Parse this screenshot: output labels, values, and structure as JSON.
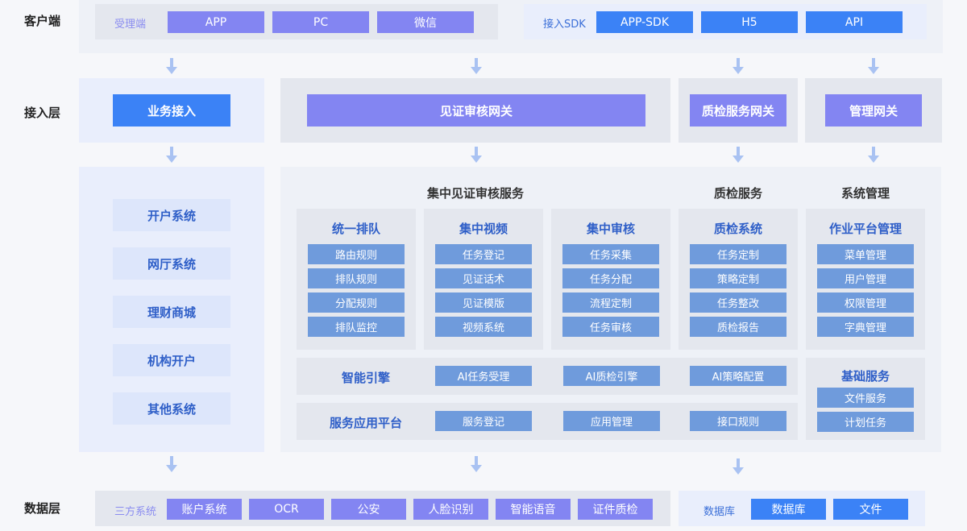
{
  "layers": {
    "client": "客户端",
    "access": "接入层",
    "data": "数据层"
  },
  "client": {
    "terminal_label": "受理端",
    "terminal_items": [
      "APP",
      "PC",
      "微信"
    ],
    "sdk_label": "接入SDK",
    "sdk_items": [
      "APP-SDK",
      "H5",
      "API"
    ]
  },
  "access": {
    "business": "业务接入",
    "witness_gateway": "见证审核网关",
    "quality_gateway": "质检服务网关",
    "manage_gateway": "管理网关"
  },
  "business_systems": [
    "开户系统",
    "网厅系统",
    "理财商城",
    "机构开户",
    "其他系统"
  ],
  "headings": {
    "central_service": "集中见证审核服务",
    "quality_service": "质检服务",
    "system_manage": "系统管理"
  },
  "modules": [
    {
      "title": "统一排队",
      "items": [
        "路由规则",
        "排队规则",
        "分配规则",
        "排队监控"
      ]
    },
    {
      "title": "集中视频",
      "items": [
        "任务登记",
        "见证话术",
        "见证模版",
        "视频系统"
      ]
    },
    {
      "title": "集中审核",
      "items": [
        "任务采集",
        "任务分配",
        "流程定制",
        "任务审核"
      ]
    },
    {
      "title": "质检系统",
      "items": [
        "任务定制",
        "策略定制",
        "任务整改",
        "质检报告"
      ]
    },
    {
      "title": "作业平台管理",
      "items": [
        "菜单管理",
        "用户管理",
        "权限管理",
        "字典管理"
      ]
    }
  ],
  "engine": {
    "title": "智能引擎",
    "items": [
      "AI任务受理",
      "AI质检引擎",
      "AI策略配置"
    ]
  },
  "platform": {
    "title": "服务应用平台",
    "items": [
      "服务登记",
      "应用管理",
      "接口规则"
    ]
  },
  "basic": {
    "title": "基础服务",
    "items": [
      "文件服务",
      "计划任务"
    ]
  },
  "data_layer": {
    "third_label": "三方系统",
    "third_items": [
      "账户系统",
      "OCR",
      "公安",
      "人脸识别",
      "智能语音",
      "证件质检"
    ],
    "db_label": "数据库",
    "db_items": [
      "数据库",
      "文件"
    ]
  },
  "colors": {
    "purple": "#8385f2",
    "blue": "#3b82f6",
    "medium_blue": "#6f9bdc",
    "light_blue": "#dde6fb",
    "gray_panel": "#e4e7ee",
    "lavender_panel": "#e9eefc",
    "arrow": "#a9c2f2"
  }
}
